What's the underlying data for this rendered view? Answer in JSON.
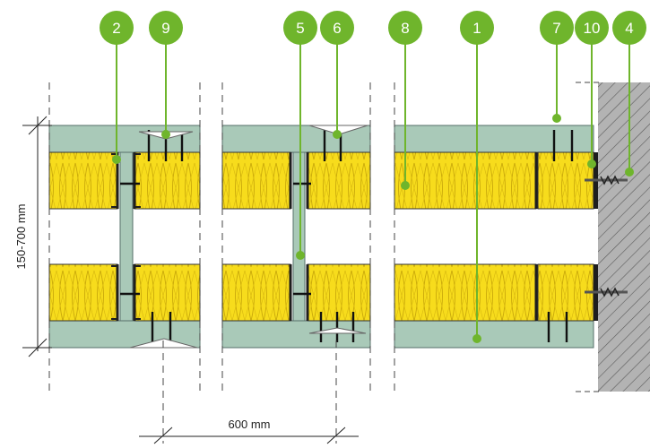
{
  "colors": {
    "board": "#a9c9b8",
    "board_stroke": "#56706a",
    "insulation": "#f7dc1c",
    "stud": "#1e1e1e",
    "callout": "#6fb52c",
    "wall_hatch": "#bcbcbc",
    "lines": "#444444"
  },
  "callouts": [
    {
      "id": "c2",
      "label": "2"
    },
    {
      "id": "c9",
      "label": "9"
    },
    {
      "id": "c5",
      "label": "5"
    },
    {
      "id": "c6",
      "label": "6"
    },
    {
      "id": "c8",
      "label": "8"
    },
    {
      "id": "c1",
      "label": "1"
    },
    {
      "id": "c7",
      "label": "7"
    },
    {
      "id": "c10",
      "label": "10"
    },
    {
      "id": "c4",
      "label": "4"
    }
  ],
  "dimensions": {
    "height_label": "150-700 mm",
    "spacing_label": "600 mm"
  }
}
